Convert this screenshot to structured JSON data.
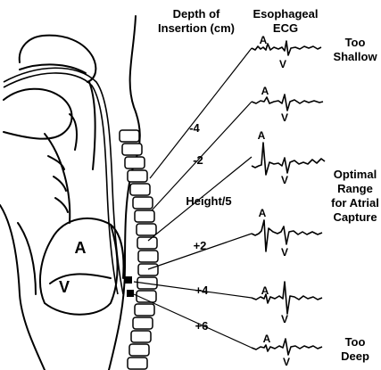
{
  "header": {
    "depth_line1": "Depth of",
    "depth_line2": "Insertion (cm)",
    "ecg_line1": "Esophageal",
    "ecg_line2": "ECG"
  },
  "depth_markers": [
    "-4",
    "-2",
    "Height/5",
    "+2",
    "+4",
    "+6"
  ],
  "traces": [
    {
      "a_label": "A",
      "v_label": "V"
    },
    {
      "a_label": "A",
      "v_label": "V"
    },
    {
      "a_label": "A",
      "v_label": "V"
    },
    {
      "a_label": "A",
      "v_label": "V"
    },
    {
      "a_label": "A",
      "v_label": "V"
    },
    {
      "a_label": "A",
      "v_label": "V"
    }
  ],
  "zones": {
    "too_shallow_line1": "Too",
    "too_shallow_line2": "Shallow",
    "optimal_line1": "Optimal",
    "optimal_line2": "Range",
    "optimal_line3": "for Atrial",
    "optimal_line4": "Capture",
    "too_deep_line1": "Too",
    "too_deep_line2": "Deep"
  },
  "heart": {
    "atrium_label": "A",
    "ventricle_label": "V"
  }
}
